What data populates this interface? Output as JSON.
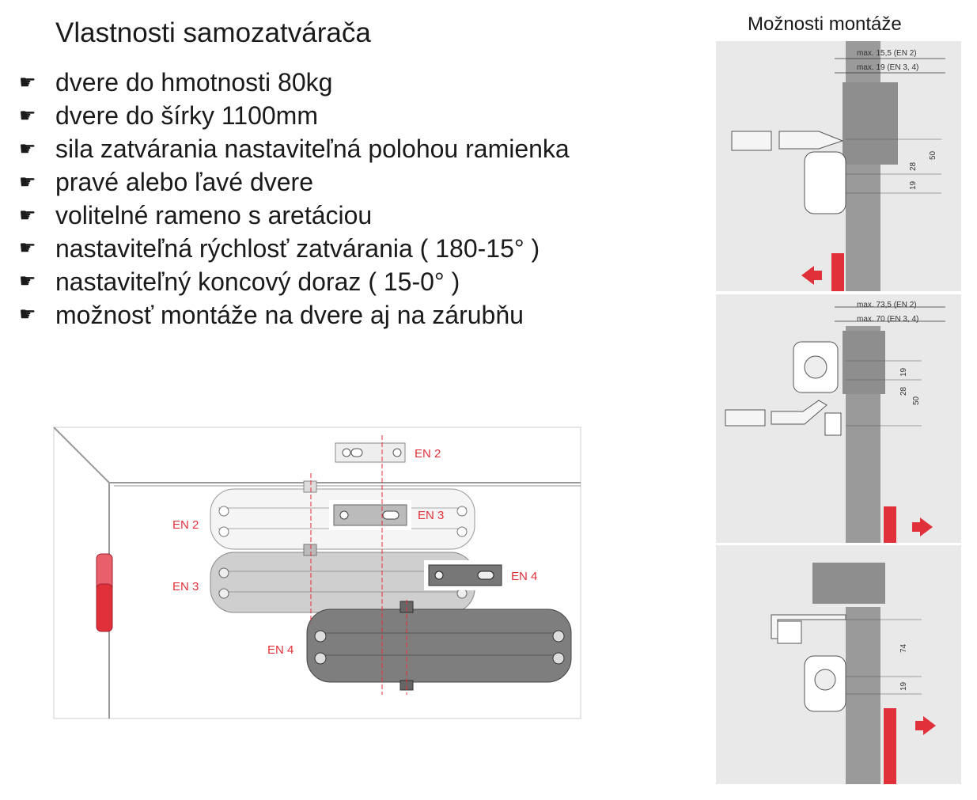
{
  "title": "Vlastnosti samozatvárača",
  "features": [
    "dvere do hmotnosti 80kg",
    "dvere do šírky 1100mm",
    "sila zatvárania nastaviteľná polohou ramienka",
    "pravé alebo ľavé dvere",
    "volitelné rameno s aretáciou",
    "nastaviteľná rýchlosť zatvárania ( 180-15° )",
    "nastaviteľný koncový doraz ( 15-0° )",
    "možnosť montáže na dvere aj na zárubňu"
  ],
  "bullet_icon": "pointing-hand-icon",
  "mounting": {
    "title": "Možnosti montáže",
    "panel1": {
      "max_en2": "max. 15,5 (EN 2)",
      "max_en34": "max. 19 (EN 3, 4)",
      "dim_a": "50",
      "dim_b": "28",
      "dim_c": "19"
    },
    "panel2": {
      "max_en2": "max. 73,5 (EN 2)",
      "max_en34": "max. 70 (EN 3, 4)",
      "dim_a": "19",
      "dim_b": "28",
      "dim_c": "50"
    },
    "panel3": {
      "dim_a": "74",
      "dim_b": "19"
    }
  },
  "sizes": {
    "en2": "EN 2",
    "en3": "EN 3",
    "en4": "EN 4"
  },
  "colors": {
    "accent_red": "#e0303a",
    "text": "#1a1a1a",
    "panel_bg": "#e9e9e9",
    "wall": "#9a9a9a"
  }
}
